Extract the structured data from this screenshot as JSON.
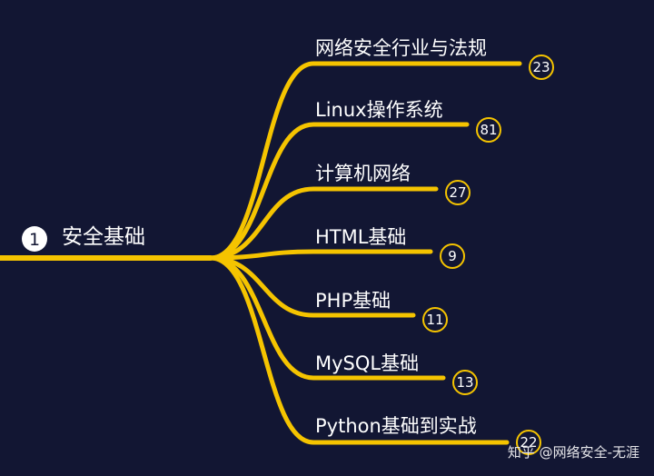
{
  "root": {
    "number": "1",
    "label": "安全基础"
  },
  "branches": [
    {
      "label": "网络安全行业与法规",
      "count": "23"
    },
    {
      "label": "Linux操作系统",
      "count": "81"
    },
    {
      "label": "计算机网络",
      "count": "27"
    },
    {
      "label": "HTML基础",
      "count": "9"
    },
    {
      "label": "PHP基础",
      "count": "11"
    },
    {
      "label": "MySQL基础",
      "count": "13"
    },
    {
      "label": "Python基础到实战",
      "count": "22"
    }
  ],
  "watermark": "知乎 @网络安全-无涯",
  "colors": {
    "background": "#121633",
    "line": "#f5c400",
    "text": "#ffffff"
  }
}
